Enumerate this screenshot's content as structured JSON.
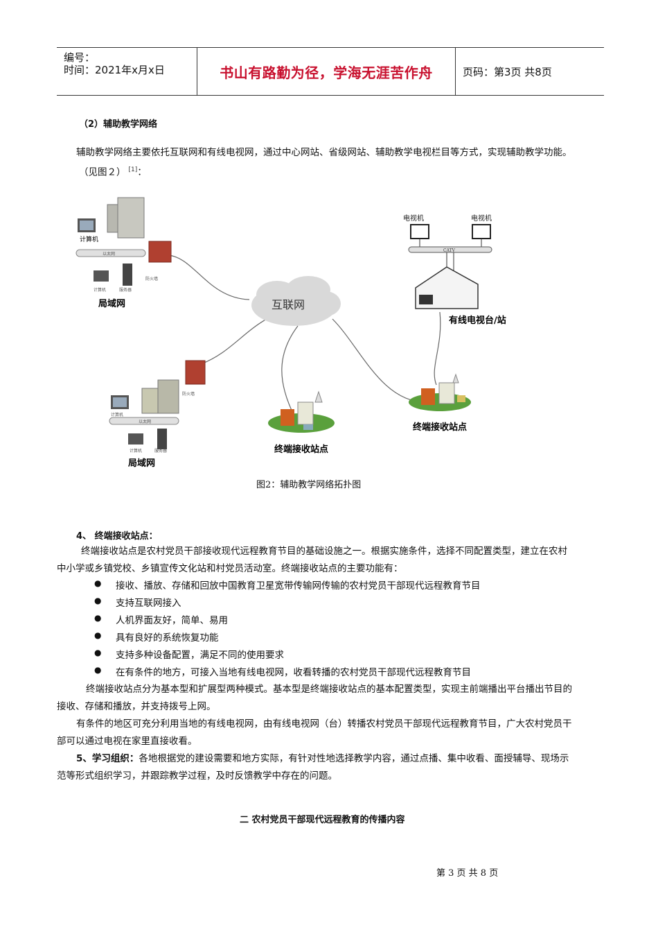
{
  "header": {
    "number_label": "编号：",
    "time_label": "时间：2021年x月x日",
    "motto": "书山有路勤为径，学海无涯苦作舟",
    "page_label": "页码：第3页 共8页"
  },
  "section_aux": {
    "heading": "（2）辅助教学网络",
    "para_line1": "辅助教学网络主要依托互联网和有线电视网，通过中心网站、省级网站、辅助教学电视栏目等方式，实现辅助教学功能。",
    "para_line2": "（见图２）",
    "ref": "[1]",
    "para_line2_end": "："
  },
  "diagram": {
    "internet": "互联网",
    "lan": "局域网",
    "cable_tv": "有线电视台/站",
    "tv": "电视机",
    "caty": "CATV",
    "terminal": "终端接收站点",
    "computer": "计算机",
    "server": "服务器",
    "firewall": "防火墙",
    "ethernet": "以太网",
    "caption": "图2：辅助教学网络拓扑图"
  },
  "section4": {
    "heading": "4、 终端接收站点：",
    "para1_line1": "终端接收站点是农村党员干部接收现代远程教育节目的基础设施之一。根据实施条件，选择不同配置类型，建立在农村",
    "para1_line2": "中小学或乡镇党校、乡镇宣传文化站和村党员活动室。终端接收站点的主要功能有：",
    "bullets": [
      "接收、播放、存储和回放中国教育卫星宽带传输网传输的农村党员干部现代远程教育节目",
      "支持互联网接入",
      "人机界面友好，简单、易用",
      "具有良好的系统恢复功能",
      "支持多种设备配置，满足不同的使用要求",
      "在有条件的地方，可接入当地有线电视网，收看转播的农村党员干部现代远程教育节目"
    ],
    "bullet_glyph": "●",
    "para2_line1": "终端接收站点分为基本型和扩展型两种模式。基本型是终端接收站点的基本配置类型，实现主前端播出平台播出节目的",
    "para2_line2": "接收、存储和播放，并支持拨号上网。",
    "para3_line1": "有条件的地区可充分利用当地的有线电视网，由有线电视网（台）转播农村党员干部现代远程教育节目，广大农村党员干",
    "para3_line2": "部可以通过电视在家里直接收看。"
  },
  "section5": {
    "heading": "5、学习组织：",
    "line1": "各地根据党的建设需要和地方实际，有针对性地选择教学内容，通过点播、集中收看、面授辅导、现场示",
    "line2": "范等形式组织学习，并跟踪教学过程，及时反馈教学中存在的问题。"
  },
  "section_two": {
    "heading": "二 农村党员干部现代远程教育的传播内容"
  },
  "footer": {
    "page": "第 3 页 共 8 页"
  }
}
